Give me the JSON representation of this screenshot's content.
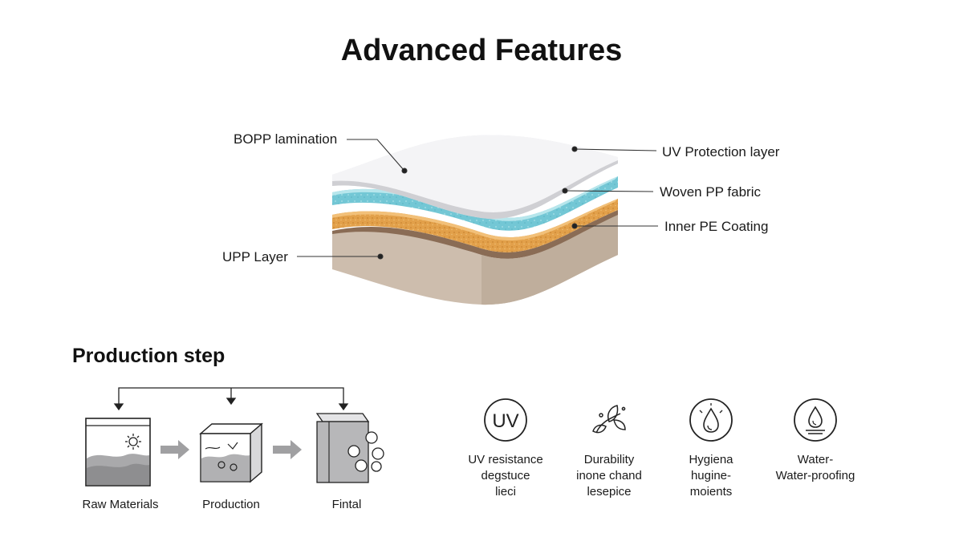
{
  "title": "Advanced Features",
  "layers": [
    {
      "label": "BOPP lamination",
      "color": "#e9e9ea"
    },
    {
      "label": "UV Protection layer",
      "color": "#e9e9ea"
    },
    {
      "label": "Woven PP fabric",
      "color": "#6ec6d4"
    },
    {
      "label": "Inner PE Coating",
      "color": "#e0a24a"
    },
    {
      "label": "UPP Layer",
      "color": "#cdbdac"
    }
  ],
  "production": {
    "heading": "Production step",
    "steps": [
      {
        "label": "Raw Materials"
      },
      {
        "label": "Production"
      },
      {
        "label": "Fintal"
      }
    ]
  },
  "features": [
    {
      "icon": "uv-icon",
      "icon_text": "UV",
      "lines": [
        "UV resistance",
        "degstuce",
        "lieci"
      ]
    },
    {
      "icon": "leaf-icon",
      "lines": [
        "Durability",
        "inone chand",
        "lesepice"
      ]
    },
    {
      "icon": "droplet-sparkle-icon",
      "lines": [
        "Hygiena",
        "hugine-",
        "moients"
      ]
    },
    {
      "icon": "water-drop-icon",
      "lines": [
        "Water-",
        "Water-proofing"
      ]
    }
  ]
}
